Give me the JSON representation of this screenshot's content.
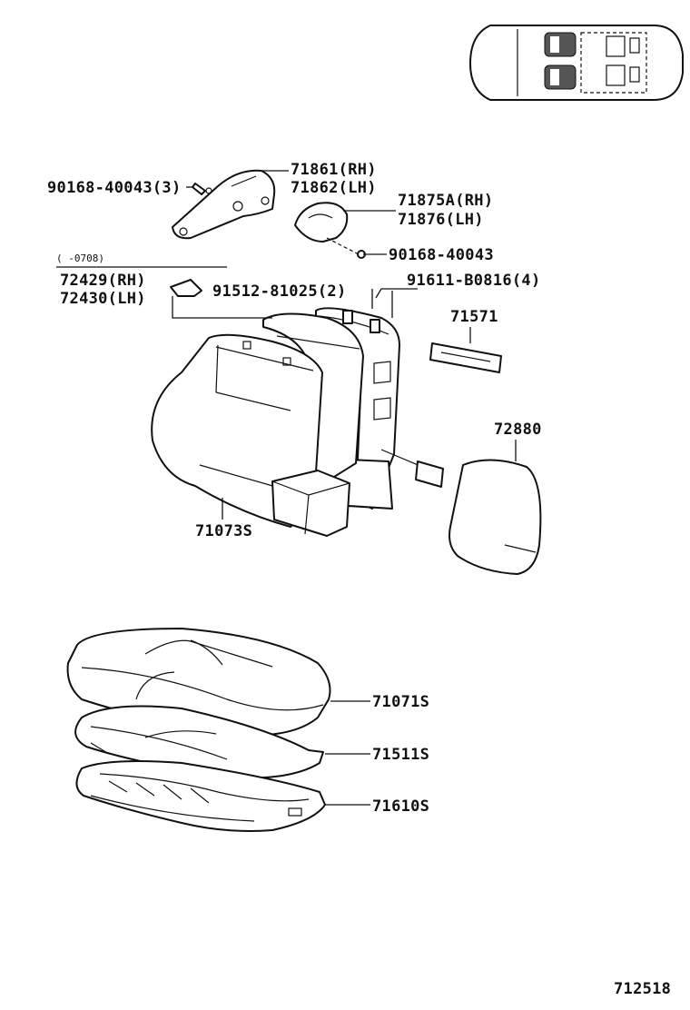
{
  "parts": {
    "p71861": "71861(RH)",
    "p71862": "71862(LH)",
    "p90168_3": "90168-40043(3)",
    "p71875a": "71875A(RH)",
    "p71876": "71876(LH)",
    "p90168": "90168-40043",
    "date_range": "(    -0708)",
    "p72429": "72429(RH)",
    "p72430": "72430(LH)",
    "p91512": "91512-81025(2)",
    "p91611": "91611-B0816(4)",
    "p71571": "71571",
    "p72880": "72880",
    "p71073s": "71073S",
    "p71071s": "71071S",
    "p71511s": "71511S",
    "p71610s": "71610S"
  },
  "figure_number": "712518",
  "icons": [
    "vehicle-seat-locator-icon"
  ]
}
